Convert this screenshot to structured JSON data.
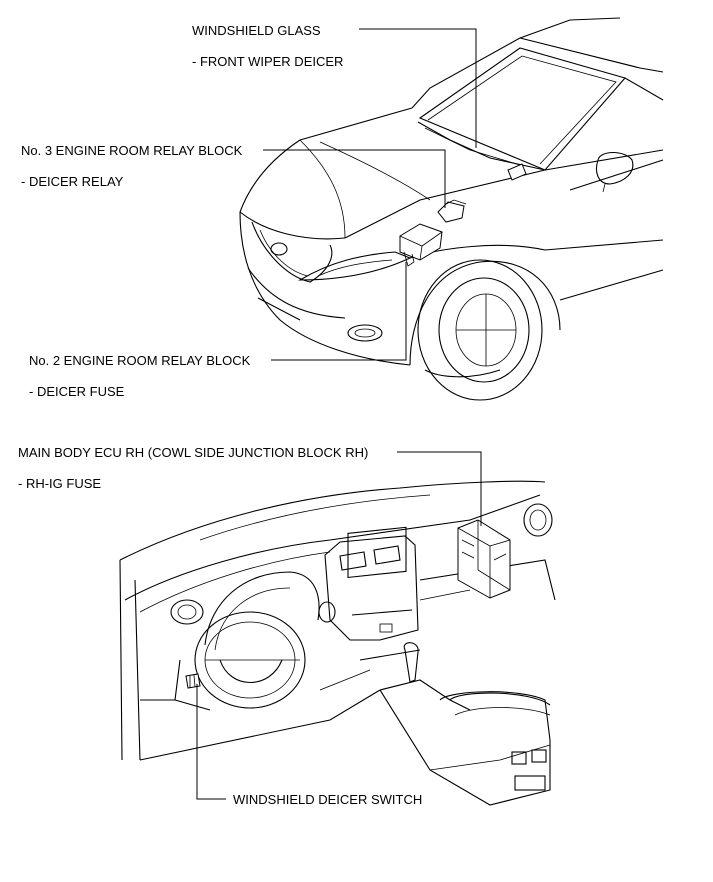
{
  "callouts": {
    "windshield_glass": {
      "title": "WINDSHIELD GLASS",
      "sub": "- FRONT WIPER DEICER"
    },
    "relay_block_3": {
      "title": "No. 3 ENGINE ROOM RELAY BLOCK",
      "sub": "- DEICER RELAY"
    },
    "relay_block_2": {
      "title": "No. 2 ENGINE ROOM RELAY BLOCK",
      "sub": "- DEICER FUSE"
    },
    "main_body_ecu": {
      "title": "MAIN BODY ECU RH (COWL SIDE JUNCTION BLOCK RH)",
      "sub": "- RH-IG FUSE"
    },
    "deicer_switch": {
      "title": "WINDSHIELD DEICER SWITCH"
    }
  }
}
